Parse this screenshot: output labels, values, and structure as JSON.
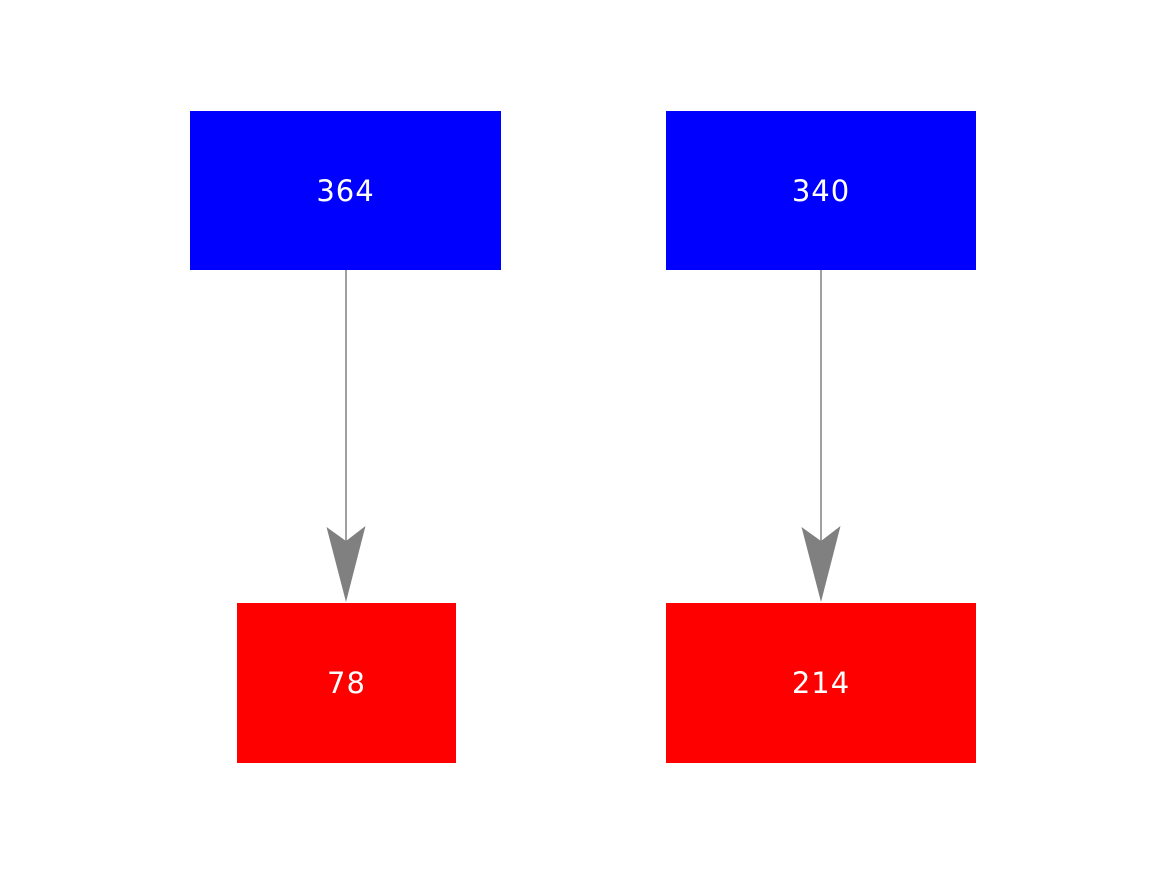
{
  "diagram": {
    "background_color": "#ffffff",
    "node_text_color": "#ffffff",
    "source_color": "#0000ff",
    "target_color": "#ff0000",
    "arrow_color": "#808080",
    "nodes": [
      {
        "id": "top-left",
        "label": "364",
        "color": "#0000ff",
        "row": "top",
        "column": "left"
      },
      {
        "id": "top-right",
        "label": "340",
        "color": "#0000ff",
        "row": "top",
        "column": "right"
      },
      {
        "id": "bottom-left",
        "label": "78",
        "color": "#ff0000",
        "row": "bottom",
        "column": "left"
      },
      {
        "id": "bottom-right",
        "label": "214",
        "color": "#ff0000",
        "row": "bottom",
        "column": "right"
      }
    ],
    "edges": [
      {
        "from": "top-left",
        "to": "bottom-left",
        "color": "#808080",
        "direction": "down"
      },
      {
        "from": "top-right",
        "to": "bottom-right",
        "color": "#808080",
        "direction": "down"
      }
    ]
  }
}
